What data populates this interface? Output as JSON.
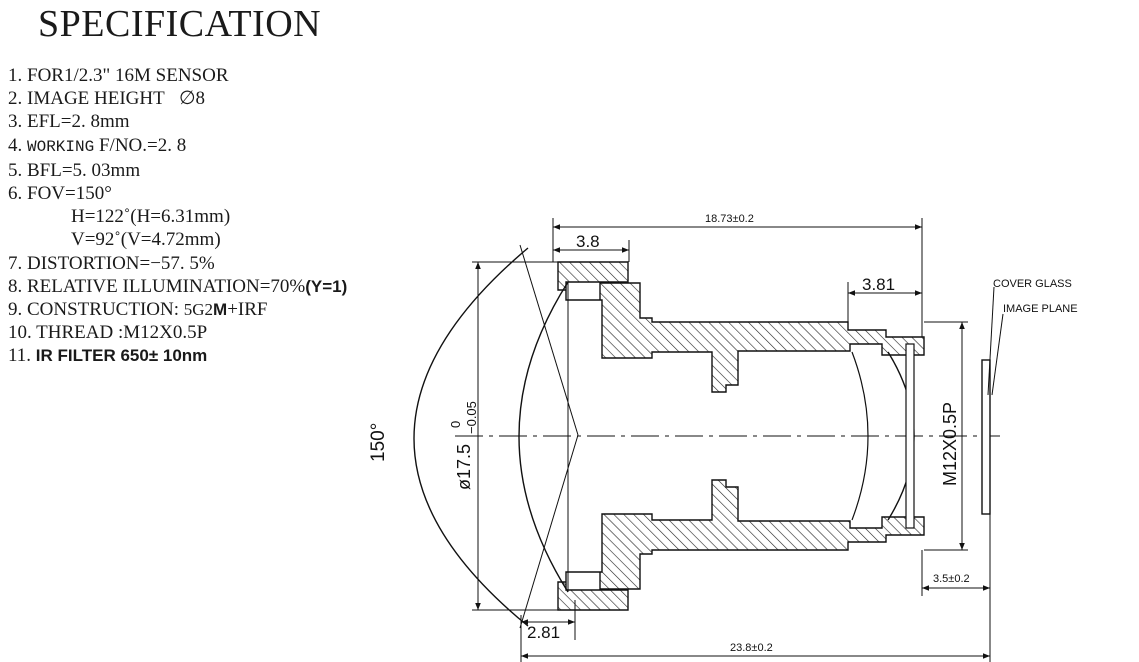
{
  "title": "SPECIFICATION",
  "specs": {
    "s1_num": "1.",
    "s1_text": "FOR1/2.3\" 16M SENSOR",
    "s2_num": "2.",
    "s2_text": "IMAGE HEIGHT",
    "s2_value": "∅8",
    "s3_num": "3.",
    "s3_text": "EFL=2. 8mm",
    "s4_num": "4.",
    "s4_label": "WORKING",
    "s4_text": "F/NO.=2. 8",
    "s5_num": "5.",
    "s5_text": "BFL=5. 03mm",
    "s6_num": "6.",
    "s6_text": "FOV=150°",
    "s6_h": "H=122˚(H=6.31mm)",
    "s6_v": "V=92˚(V=4.72mm)",
    "s7_num": "7.",
    "s7_text": "DISTORTION=−57. 5%",
    "s8_num": "8.",
    "s8_text": "RELATIVE ILLUMINATION=70%",
    "s8_suffix": "(Y=1)",
    "s9_num": "9.",
    "s9_text": "CONSTRUCTION:",
    "s9_value": "5G2",
    "s9_m": "M",
    "s9_rest": "+IRF",
    "s10_num": "10.",
    "s10_text": "THREAD :M12X0.5P",
    "s11_num": "11.",
    "s11_text": "IR FILTER 650± 10nm"
  },
  "drawing": {
    "dim_total_length": "18.73±0.2",
    "dim_front": "3.8",
    "dim_rear": "3.81",
    "dim_angle": "150°",
    "dim_diameter": "ø17.5",
    "dim_tol_upper": "0",
    "dim_tol_lower": "−0.05",
    "dim_thread": "M12X0.5P",
    "dim_flange": "3.5±0.2",
    "dim_lens_offset": "2.81",
    "dim_overall": "23.8±0.2",
    "label_cover_glass": "COVER GLASS",
    "label_image_plane": "IMAGE PLANE"
  }
}
